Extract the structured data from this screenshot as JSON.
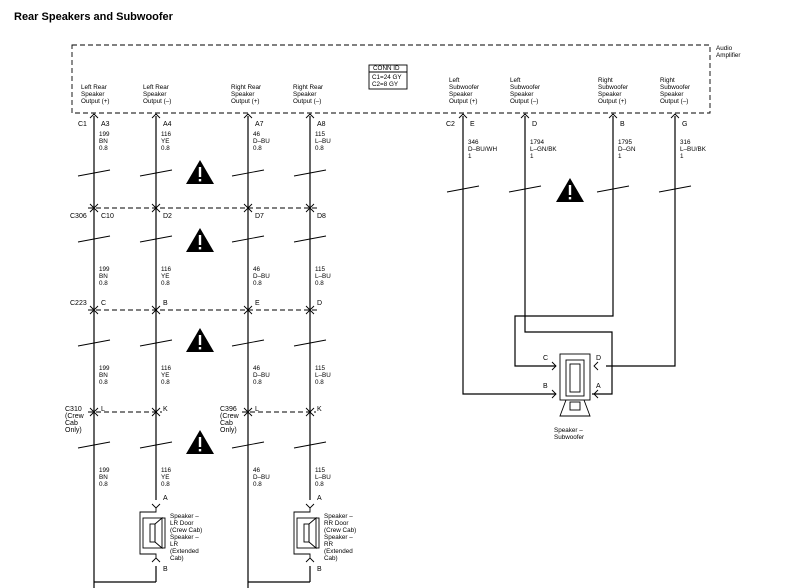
{
  "title": "Rear Speakers and Subwoofer",
  "amplifier": {
    "name_lines": [
      "Audio",
      "Amplifier"
    ],
    "conn_id": {
      "header": "CONN ID",
      "lines": [
        "C1=24 GY",
        "C2=8 GY"
      ]
    },
    "outputs": [
      {
        "lines": [
          "Left Rear",
          "Speaker",
          "Output (+)"
        ]
      },
      {
        "lines": [
          "Left Rear",
          "Speaker",
          "Output (–)"
        ]
      },
      {
        "lines": [
          "Right Rear",
          "Speaker",
          "Output (+)"
        ]
      },
      {
        "lines": [
          "Right Rear",
          "Speaker",
          "Output (–)"
        ]
      },
      {
        "lines": [
          "Left",
          "Subwoofer",
          "Speaker",
          "Output (+)"
        ]
      },
      {
        "lines": [
          "Left",
          "Subwoofer",
          "Speaker",
          "Output (–)"
        ]
      },
      {
        "lines": [
          "Right",
          "Subwoofer",
          "Speaker",
          "Output (+)"
        ]
      },
      {
        "lines": [
          "Right",
          "Subwoofer",
          "Speaker",
          "Output (–)"
        ]
      }
    ]
  },
  "connectors": {
    "c1": {
      "name": "C1",
      "pins": [
        "A3",
        "A4",
        "A7",
        "A8"
      ]
    },
    "c2": {
      "name": "C2",
      "pins": [
        "E",
        "D",
        "B",
        "G"
      ]
    },
    "c306": {
      "name": "C306",
      "pins": [
        "C10",
        "D2",
        "D7",
        "D8"
      ]
    },
    "c223": {
      "name": "C223",
      "pins": [
        "C",
        "B",
        "E",
        "D"
      ]
    },
    "c310": {
      "name_lines": [
        "C310",
        "(Crew",
        "Cab",
        "Only)"
      ],
      "pins": [
        "L",
        "K"
      ]
    },
    "c396": {
      "name_lines": [
        "C396",
        "(Crew",
        "Cab",
        "Only)"
      ],
      "pins": [
        "L",
        "K"
      ]
    }
  },
  "wires": {
    "lr_pos": {
      "lines": [
        "199",
        "BN",
        "0.8"
      ]
    },
    "lr_neg": {
      "lines": [
        "116",
        "YE",
        "0.8"
      ]
    },
    "rr_pos": {
      "lines": [
        "46",
        "D–BU",
        "0.8"
      ]
    },
    "rr_neg": {
      "lines": [
        "115",
        "L–BU",
        "0.8"
      ]
    },
    "sub1": {
      "lines": [
        "346",
        "D–BU/WH",
        "1"
      ]
    },
    "sub2": {
      "lines": [
        "1794",
        "L–GN/BK",
        "1"
      ]
    },
    "sub3": {
      "lines": [
        "1795",
        "D–GN",
        "1"
      ]
    },
    "sub4": {
      "lines": [
        "316",
        "L–BU/BK",
        "1"
      ]
    }
  },
  "speakers": {
    "lr": {
      "pins": [
        "A",
        "B"
      ],
      "lines": [
        "Speaker –",
        "LR Door",
        "(Crew Cab)",
        "Speaker –",
        "LR",
        "(Extended",
        "Cab)"
      ]
    },
    "rr": {
      "pins": [
        "A",
        "B"
      ],
      "lines": [
        "Speaker –",
        "RR Door",
        "(Crew Cab)",
        "Speaker –",
        "RR",
        "(Extended",
        "Cab)"
      ]
    },
    "sub": {
      "pins": [
        "C",
        "D",
        "B",
        "A"
      ],
      "lines": [
        "Speaker –",
        "Subwoofer"
      ]
    }
  },
  "colors": {
    "line": "#000000",
    "background": "#ffffff"
  }
}
